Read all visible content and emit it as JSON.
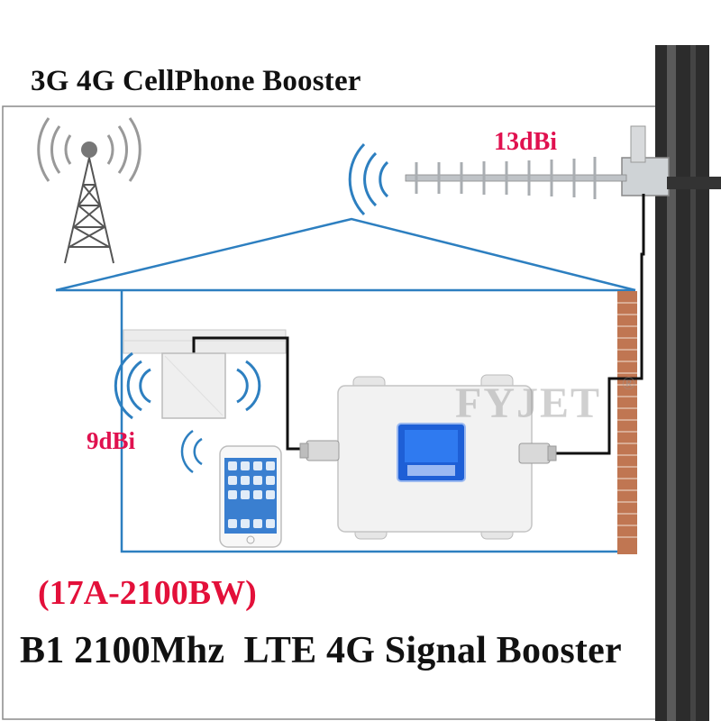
{
  "title": "3G 4G CellPhone Booster",
  "outdoor_antenna": {
    "gain": "13dBi"
  },
  "indoor_antenna": {
    "gain": "9dBi"
  },
  "product": {
    "model": "(17A-2100BW)",
    "headline": "B1 2100Mhz  LTE 4G Signal Booster"
  },
  "watermark": {
    "brand": "FYJET",
    "mark": "®"
  },
  "colors": {
    "accent_red": "#e0114f",
    "house_outline": "#2d7fc0",
    "wall_brick": "#b8694a",
    "booster_body": "#f2f2f2",
    "lcd_blue": "#1e5fd6"
  }
}
